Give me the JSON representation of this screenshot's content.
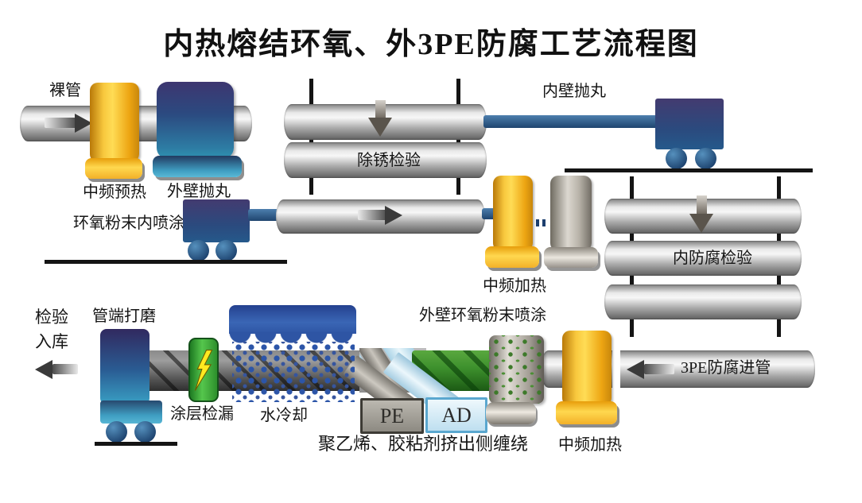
{
  "title": "内热熔结环氧、外3PE防腐工艺流程图",
  "stations": {
    "bare_pipe": "裸管",
    "mf_preheat": "中频预热",
    "outer_shot_blast": "外壁抛丸",
    "derust_inspection": "除锈检验",
    "inner_shot_blast": "内壁抛丸",
    "epoxy_inner_spray": "环氧粉末内喷涂",
    "mf_heat_mid": "中频加热",
    "inner_coating_inspection": "内防腐检验",
    "pipe_in_3pe": "3PE防腐进管",
    "mf_heat_bottom": "中频加热",
    "outer_epoxy_spray": "外壁环氧粉末喷涂",
    "pe_tag": "PE",
    "ad_tag": "AD",
    "pe_ad_winding": "聚乙烯、胶粘剂挤出侧缠绕",
    "water_cooling": "水冷却",
    "coating_leak_test": "涂层检漏",
    "pipe_end_grinding": "管端打磨",
    "inspect_store_line1": "检验",
    "inspect_store_line2": "入库"
  },
  "colors": {
    "clamp_yellow": "#f5b22b",
    "machine_blue": "#2b4a7e",
    "pipe_silver": "#c9c9c9",
    "detector_green": "#3f9c35",
    "coating_green": "#3c8f2c",
    "adhesive_blue": "#cde6f2",
    "water_blue": "#2e55a4",
    "line_black": "#141414"
  }
}
